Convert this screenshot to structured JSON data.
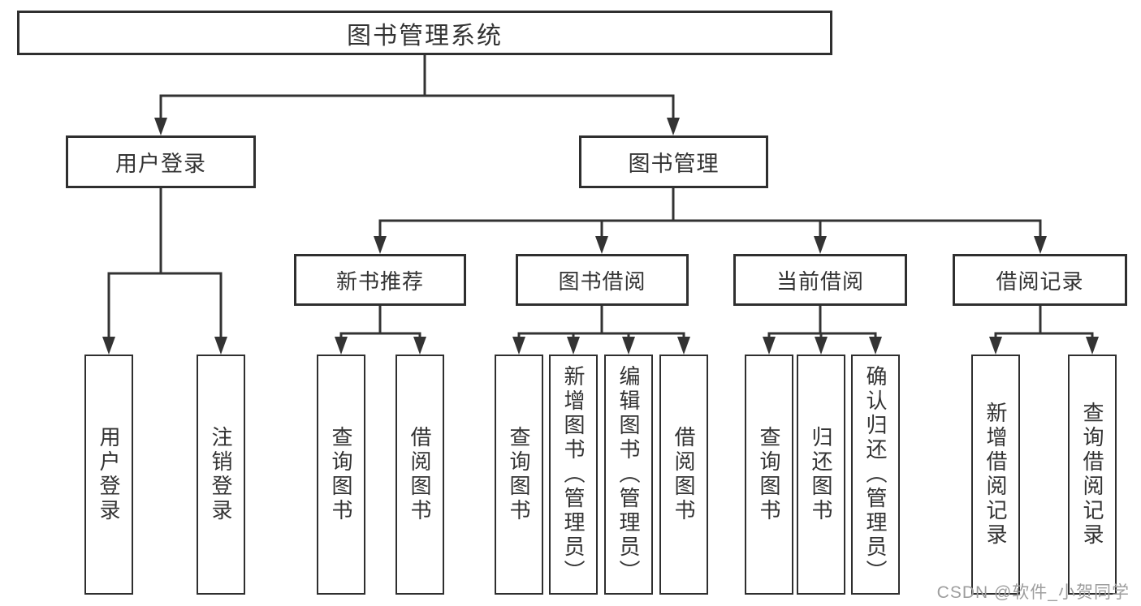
{
  "tree": {
    "label": "图书管理系统",
    "children": [
      {
        "label": "用户登录",
        "children": [
          {
            "label": "用户登录"
          },
          {
            "label": "注销登录"
          }
        ]
      },
      {
        "label": "图书管理",
        "children": [
          {
            "label": "新书推荐",
            "children": [
              {
                "label": "查询图书"
              },
              {
                "label": "借阅图书"
              }
            ]
          },
          {
            "label": "图书借阅",
            "children": [
              {
                "label": "查询图书"
              },
              {
                "label": "新增图书（管理员）"
              },
              {
                "label": "编辑图书（管理员）"
              },
              {
                "label": "借阅图书"
              }
            ]
          },
          {
            "label": "当前借阅",
            "children": [
              {
                "label": "查询图书"
              },
              {
                "label": "归还图书"
              },
              {
                "label": "确认归还（管理员）"
              }
            ]
          },
          {
            "label": "借阅记录",
            "children": [
              {
                "label": "新增借阅记录"
              },
              {
                "label": "查询借阅记录"
              }
            ]
          }
        ]
      }
    ]
  },
  "watermark": {
    "text": "CSDN @软件_小贺同学"
  },
  "colors": {
    "line": "#333333",
    "box_border": "#2f2f2f",
    "box_fill": "#ffffff",
    "text": "#333333",
    "watermark": "#9e9e9e",
    "background": "#ffffff"
  }
}
